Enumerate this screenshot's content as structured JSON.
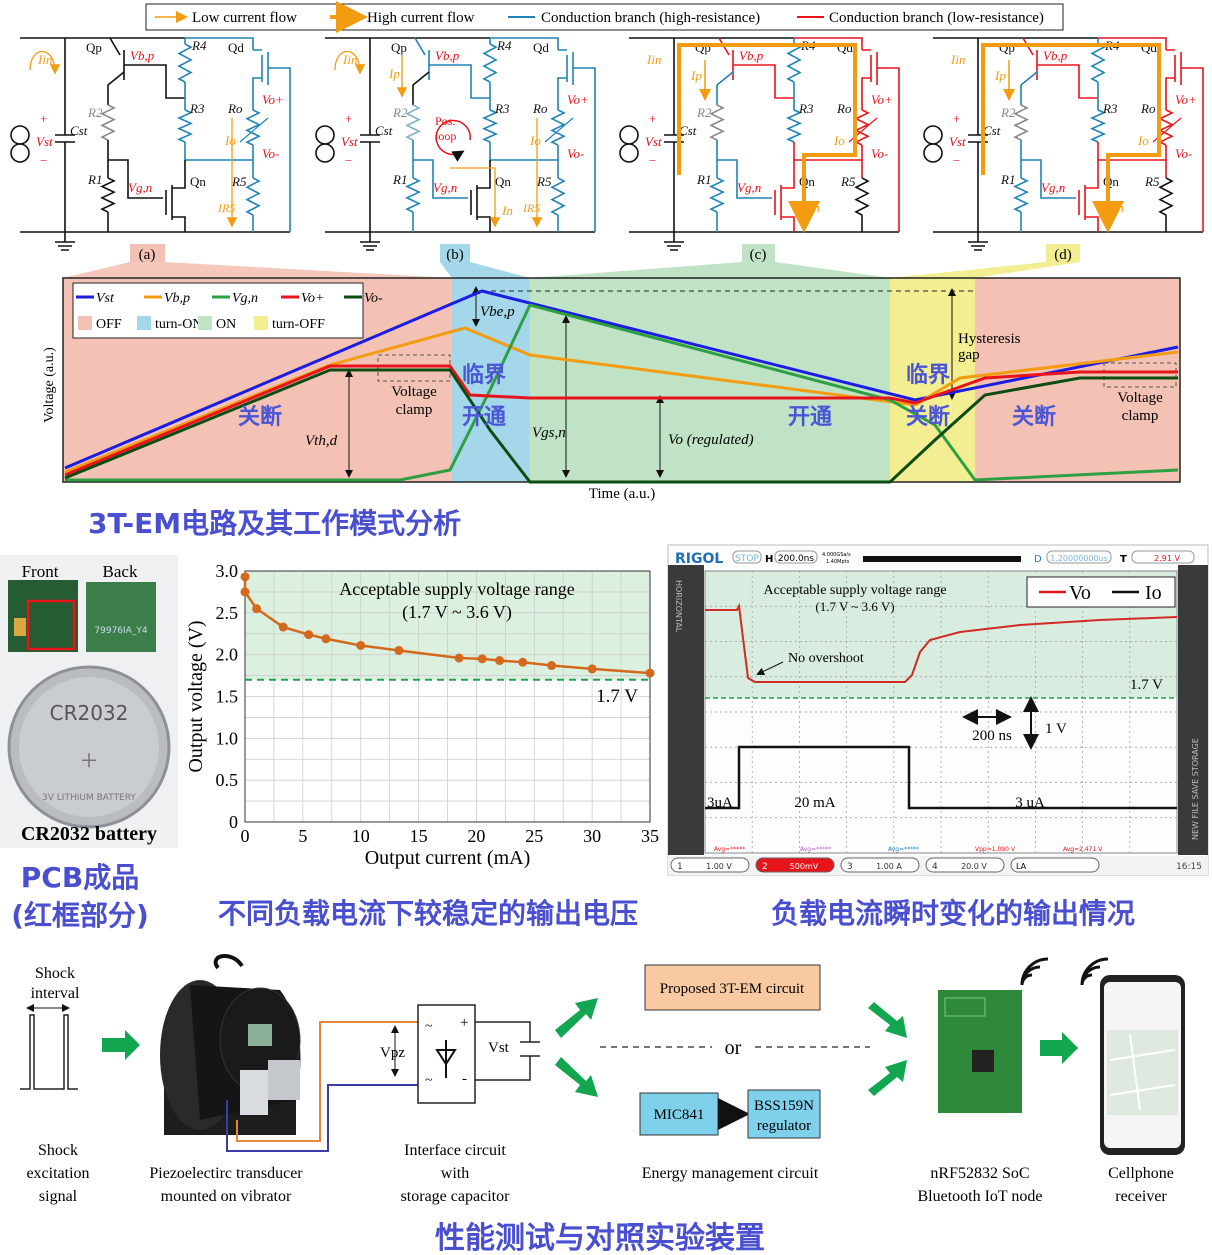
{
  "legend_top": {
    "low_current": "Low current flow",
    "high_current": "High current flow",
    "high_res": "Conduction branch (high-resistance)",
    "low_res": "Conduction branch (low-resistance)"
  },
  "colors": {
    "orange": "#f39c12",
    "blue": "#1f84b5",
    "red": "#e8141b",
    "caption": "#4a4fd0",
    "green_arrow": "#12a650"
  },
  "circuit": {
    "labels": {
      "Qp": "Qp",
      "Vbp": "Vb,p",
      "R4": "R4",
      "Qd": "Qd",
      "R2": "R2",
      "R3": "R3",
      "Ro": "Ro",
      "Vop": "Vo+",
      "Cst": "Cst",
      "Vst": "Vst",
      "plus": "+",
      "minus": "−",
      "Io": "Io",
      "Von": "Vo-",
      "R1": "R1",
      "Vgn": "Vg,n",
      "Qn": "Qn",
      "R5": "R5",
      "Iin": "Iin"
    },
    "panels": [
      {
        "tag": "(a)",
        "extra": {
          "IR5": "IR5"
        }
      },
      {
        "tag": "(b)",
        "extra": {
          "Ip": "Ip",
          "loop": "Pos.",
          "loop2": "loop",
          "In": "In",
          "IR5": "IR5"
        }
      },
      {
        "tag": "(c)",
        "extra": {
          "Ip": "Ip",
          "In": "In"
        }
      },
      {
        "tag": "(d)",
        "extra": {
          "Ip": "Ip",
          "In": "In"
        }
      }
    ]
  },
  "waveform": {
    "legend": [
      "Vst",
      "Vb,p",
      "Vg,n",
      "Vo+",
      "Vo-"
    ],
    "regions": [
      "OFF",
      "turn-ON",
      "ON",
      "turn-OFF"
    ],
    "ylabel": "Voltage (a.u.)",
    "xlabel": "Time (a.u.)",
    "annotations": {
      "clamp1": "Voltage",
      "clamp1b": "clamp",
      "clamp2": "Voltage",
      "clamp2b": "clamp",
      "vthd": "Vth,d",
      "vbep": "Vbe,p",
      "vgsn": "Vgs,n",
      "vo": "Vo (regulated)",
      "hyst": "Hysteresis",
      "hystb": "gap"
    },
    "modes": {
      "off1": "关断",
      "crit1": "临界",
      "on1": "开通",
      "on2": "开通",
      "crit2": "临界",
      "off2": "关断",
      "off3": "关断"
    }
  },
  "title_circuit": "3T-EM电路及其工作模式分析",
  "pcb": {
    "front": "Front",
    "back": "Back",
    "battery_text": "CR2032",
    "battery_sub": "3V LITHIUM BATTERY",
    "caption": "CR2032 battery",
    "board_code": "79976IA_Y4"
  },
  "chart_data": {
    "type": "line",
    "title": "",
    "xlabel": "Output current (mA)",
    "ylabel": "Output voltage (V)",
    "xlim": [
      0,
      35
    ],
    "ylim": [
      0,
      3.0
    ],
    "xticks": [
      0,
      5,
      10,
      15,
      20,
      25,
      30,
      35
    ],
    "yticks": [
      0,
      0.5,
      1.0,
      1.5,
      2.0,
      2.5,
      3.0
    ],
    "grid": true,
    "x": [
      0,
      0,
      1,
      3.3,
      5.5,
      7,
      10,
      13.3,
      18.5,
      20.5,
      22,
      24,
      26.5,
      30,
      35
    ],
    "y": [
      2.93,
      2.75,
      2.55,
      2.33,
      2.24,
      2.19,
      2.11,
      2.05,
      1.96,
      1.95,
      1.93,
      1.91,
      1.87,
      1.83,
      1.78
    ],
    "threshold": 1.7,
    "threshold_label": "1.7 V",
    "band_label": "Acceptable supply voltage range",
    "band_range": "(1.7 V ~ 3.6 V)"
  },
  "scope": {
    "brand": "RIGOL",
    "state": "STOP",
    "h": "H",
    "timebase": "200.0ns",
    "rate1": "4.000GSa/s",
    "rate2": "1.40Mpts",
    "d": "D",
    "delay": "1.20000000us",
    "t": "T",
    "trig": "2.91 V",
    "legend_vo": "Vo",
    "legend_io": "Io",
    "band_label": "Acceptable supply voltage range",
    "band_range": "(1.7 V ~ 3.6 V)",
    "no_overshoot": "No overshoot",
    "th": "1.7 V",
    "time_scale": "200 ns",
    "volt_scale": "1 V",
    "i_low1": "3uA",
    "i_high": "20 mA",
    "i_low2": "3 uA",
    "meas": [
      "Avg=*****",
      "Avg=*****",
      "Avg=*****",
      "Vpp=1.090 V",
      "Avg=2.471 V"
    ],
    "channels": [
      {
        "n": "1",
        "v": "1.00 V"
      },
      {
        "n": "2",
        "v": "500mV"
      },
      {
        "n": "3",
        "v": "1.00 A"
      },
      {
        "n": "4",
        "v": "20.0 V"
      }
    ],
    "la": "LA",
    "clock": "16:15",
    "side_left": "HORIZONTAL",
    "side_right": "NEW FILE  SAVE  STORAGE"
  },
  "captions": {
    "pcb1": "PCB成品",
    "pcb2": "(红框部分)",
    "chart": "不同负载电流下较稳定的输出电压",
    "scope": "负载电流瞬时变化的输出情况"
  },
  "setup": {
    "shock_interval1": "Shock",
    "shock_interval2": "interval",
    "shock_label": [
      "Shock",
      "excitation",
      "signal"
    ],
    "transducer_label": [
      "Piezoelectirc transducer",
      "mounted on vibrator"
    ],
    "vpz": "Vpz",
    "vst": "Vst",
    "rect_plus": "+",
    "rect_minus": "-",
    "interface_label": [
      "Interface circuit",
      "with",
      "storage capacitor"
    ],
    "proposed": "Proposed 3T-EM circuit",
    "or": "or",
    "mic": "MIC841",
    "bss1": "BSS159N",
    "bss2": "regulator",
    "em_label": "Energy management circuit",
    "soc_label": [
      "nRF52832 SoC",
      "Bluetooth IoT node"
    ],
    "phone_label": [
      "Cellphone",
      "receiver"
    ],
    "title": "性能测试与对照实验装置"
  }
}
